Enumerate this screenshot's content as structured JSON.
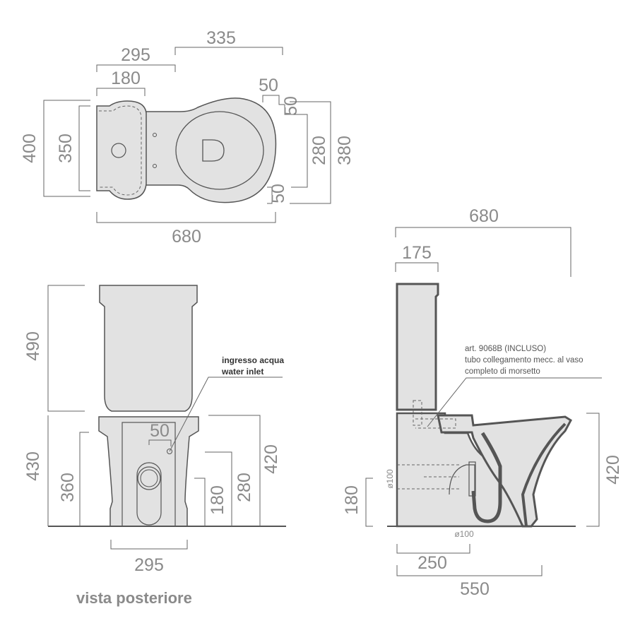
{
  "top_view": {
    "dims": {
      "d295": "295",
      "d335": "335",
      "d180": "180",
      "d400": "400",
      "d350": "350",
      "d680": "680",
      "d50a": "50",
      "d50b": "50",
      "d280": "280",
      "d380": "380",
      "d50c": "50"
    }
  },
  "rear_view": {
    "dims": {
      "d490": "490",
      "d430": "430",
      "d360": "360",
      "d50": "50",
      "d180": "180",
      "d280": "280",
      "d420": "420",
      "d295": "295"
    },
    "inlet_label_it": "ingresso acqua",
    "inlet_label_en": "water inlet",
    "caption": "vista posteriore"
  },
  "side_view": {
    "dims": {
      "d680": "680",
      "d175": "175",
      "d420": "420",
      "d180": "180",
      "dia_v": "ø100",
      "dia_h": "ø100",
      "d250": "250",
      "d550": "550"
    },
    "note_line1": "art. 9068B  (INCLUSO)",
    "note_line2": "tubo collegamento mecc. al vaso",
    "note_line3": "completo di morsetto"
  }
}
